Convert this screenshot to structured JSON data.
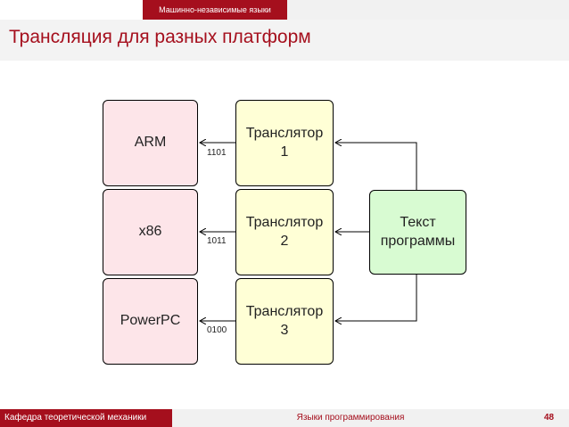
{
  "header": {
    "section": "Машинно-независимые языки",
    "title": "Трансляция для разных платформ"
  },
  "diagram": {
    "platforms": [
      "ARM",
      "x86",
      "PowerPC"
    ],
    "translators": [
      {
        "word": "Транслятор",
        "number": "1"
      },
      {
        "word": "Транслятор",
        "number": "2"
      },
      {
        "word": "Транслятор",
        "number": "3"
      }
    ],
    "bits": [
      "1101",
      "1011",
      "0100"
    ],
    "source": {
      "line1": "Текст",
      "line2": "программы"
    }
  },
  "footer": {
    "department": "Кафедра теоретической механики",
    "course": "Языки программирования",
    "page": "48"
  },
  "colors": {
    "accent": "#a50f1d",
    "platform_fill": "#fde5e9",
    "translator_fill": "#ffffd6",
    "source_fill": "#d8fbd2"
  }
}
